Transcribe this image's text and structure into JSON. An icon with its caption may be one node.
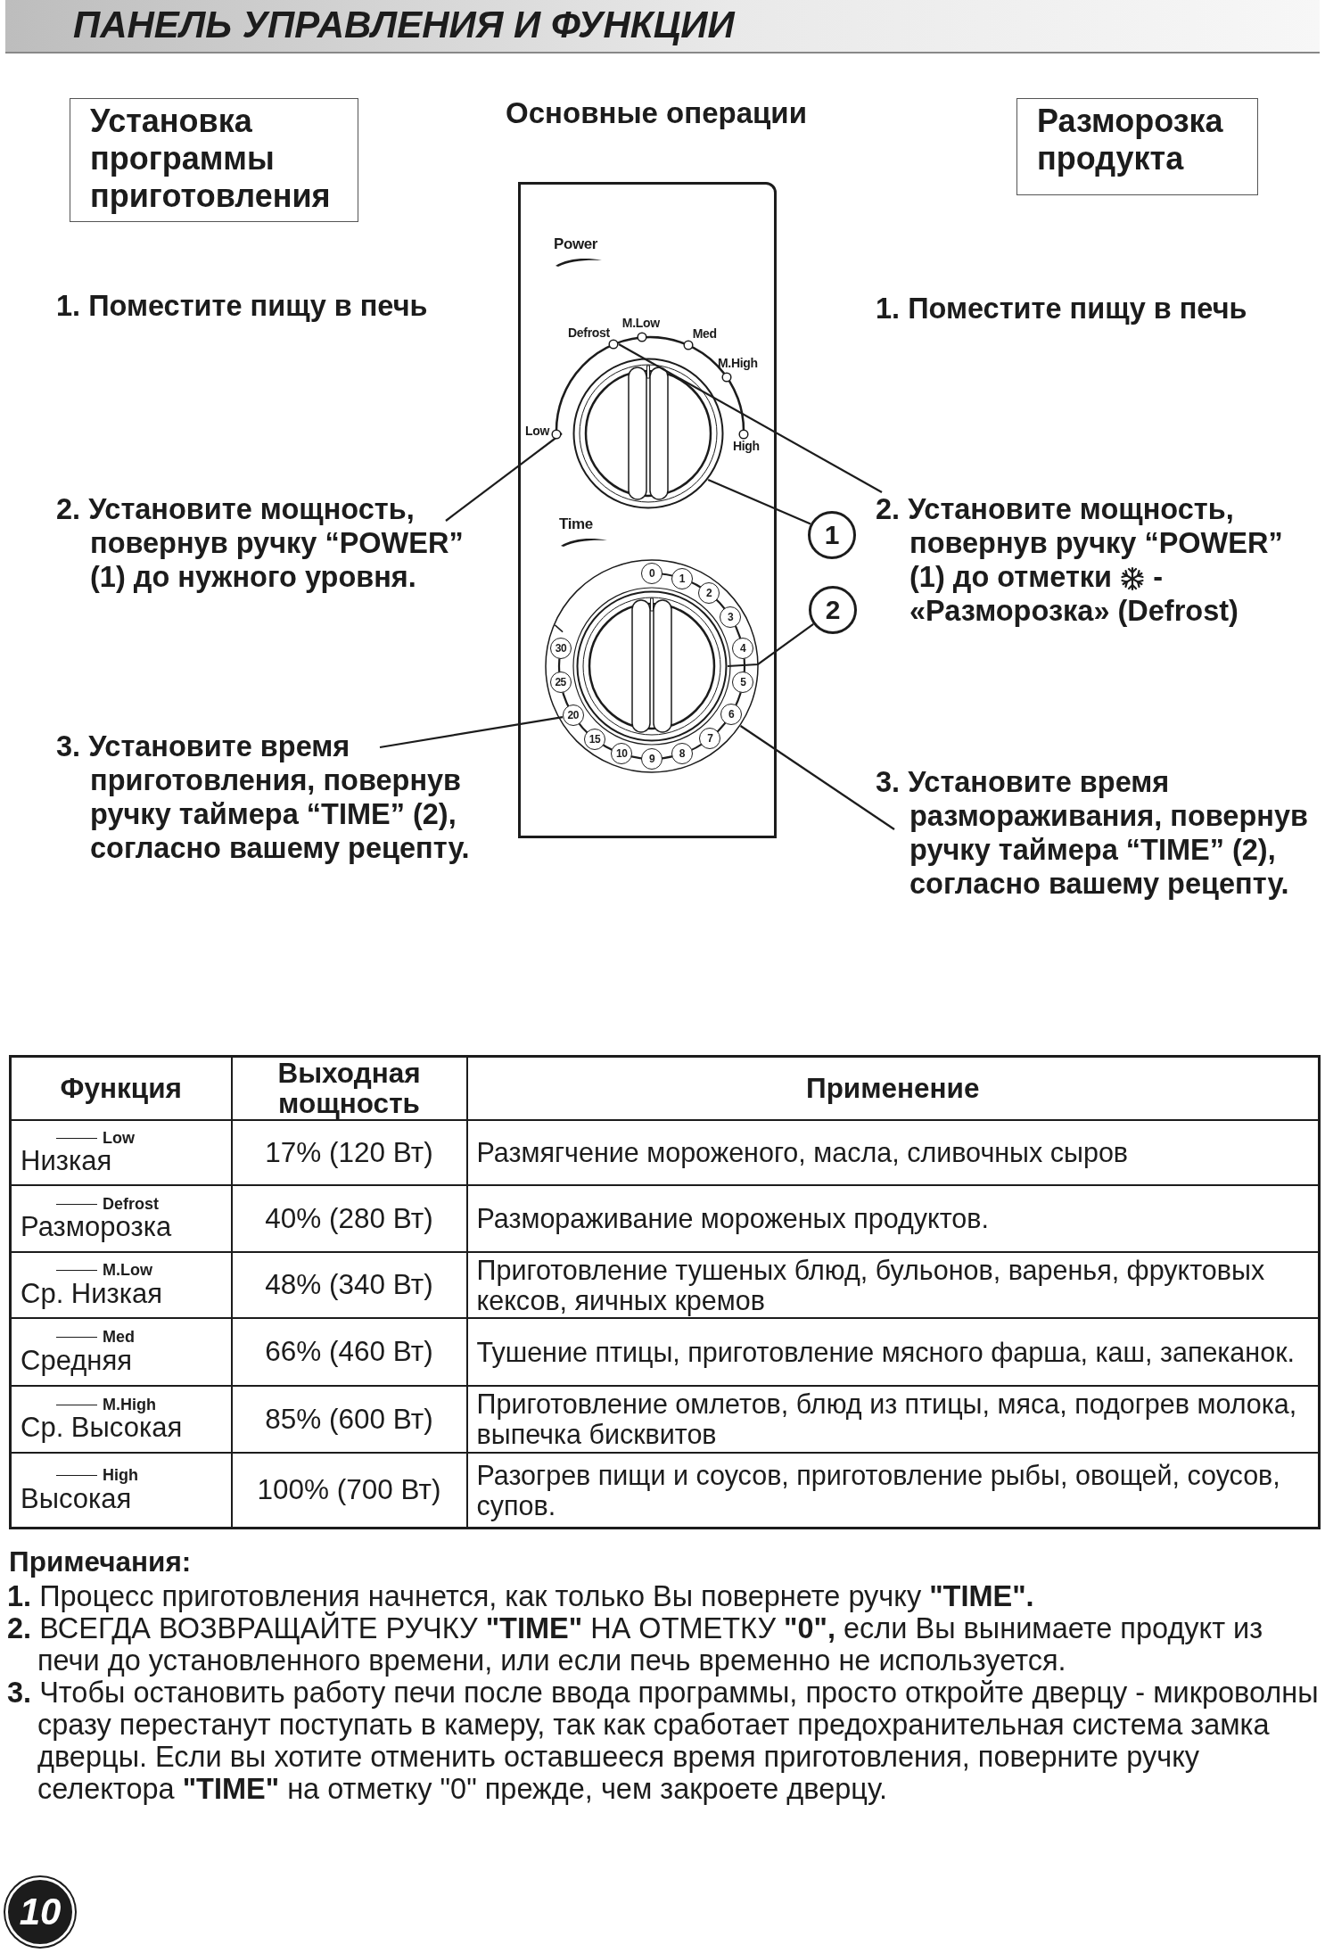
{
  "diagram": {
    "title": "ПАНЕЛЬ УПРАВЛЕНИЯ И ФУНКЦИИ",
    "nodes": [
      {
        "text": [
          "Установка программы приготовления"
        ]
      },
      {
        "text": [
          "Разморозка продукта"
        ]
      },
      {
        "text": [
          "2. Установите мощность, повернув ручку “POWER” (1) до нужного уровня."
        ]
      },
      {
        "text": [
          "2. Установите мощность, повернув ручку “POWER” (1) до отметки",
          "- «Разморозка» (Defrost)"
        ]
      },
      {
        "text": [
          "3. Установите время приготовления, повернув ручку таймера “TIME” (2), согласно вашему рецепту."
        ]
      },
      {
        "text": [
          "3. Установите время размораживания, повернув ручку таймера “TIME” (2), согласно вашему рецепту."
        ]
      },
      {
        "text": [],
        "shape": "box"
      },
      {
        "text": [
          "Low"
        ],
        "in": 6
      },
      {
        "text": [
          "Defrost"
        ],
        "in": 6
      },
      {
        "text": [
          "M.Low"
        ],
        "in": 6
      },
      {
        "text": [
          "Med"
        ],
        "in": 6
      },
      {
        "text": [
          "M.High"
        ],
        "in": 6
      },
      {
        "text": [
          "High"
        ],
        "in": 6
      },
      {
        "text": [],
        "shape": "circle",
        "in": 6
      },
      {
        "text": [],
        "shape": "circle",
        "in": 6
      },
      {
        "text": [],
        "shape": "circle",
        "in": 14
      },
      {
        "text": [
          "0"
        ],
        "in": 14
      },
      {
        "text": [
          "1"
        ],
        "in": 14
      },
      {
        "text": [
          "2"
        ],
        "in": 14
      },
      {
        "text": [
          "3"
        ],
        "in": 14
      },
      {
        "text": [
          "4"
        ],
        "in": 14
      },
      {
        "text": [
          "5"
        ],
        "in": 14
      },
      {
        "text": [
          "6"
        ],
        "in": 14
      },
      {
        "text": [
          "7"
        ],
        "in": 14
      },
      {
        "text": [
          "8"
        ],
        "in": 14
      },
      {
        "text": [
          "9"
        ],
        "in": 14
      },
      {
        "text": [
          "10"
        ],
        "in": 14
      },
      {
        "text": [
          "15"
        ],
        "in": 14
      },
      {
        "text": [
          "20"
        ],
        "in": 14
      },
      {
        "text": [
          "25"
        ],
        "in": 14
      },
      {
        "text": [
          "30"
        ],
        "in": 14
      },
      {
        "text": [
          "1"
        ]
      },
      {
        "text": [
          "2"
        ]
      }
    ],
    "edges": [
      {
        "from": 2,
        "to": 7,
        "arrow": "none"
      },
      {
        "from": 3,
        "to": 8,
        "arrow": "none"
      },
      {
        "from": 4,
        "to": 28,
        "arrow": "none"
      },
      {
        "from": 5,
        "to": 14,
        "arrow": "none"
      },
      {
        "from": 31,
        "to": 13,
        "arrow": "none"
      },
      {
        "from": 32,
        "to": 15,
        "arrow": "none"
      }
    ],
    "labels": [
      "Основные операции",
      "1. Поместите пищу в печь",
      "1. Поместите пищу в печь",
      "Power",
      "Time",
      "Функция",
      "Выходная мощность",
      "Применение",
      "Low",
      "Низкая",
      "17% (120 Вт)",
      "Размягчение мороженого, масла, сливочных сыров",
      "Defrost",
      "Разморозка",
      "40% (280 Вт)",
      "Размораживание мороженых продуктов.",
      "M.Low",
      "Ср. Низкая",
      "48% (340 Вт)",
      "Приготовление тушеных блюд, бульонов, варенья, фруктовых кексов, яичных кремов",
      "Med",
      "Средняя",
      "66% (460 Вт)",
      "Тушение птицы, приготовление мясного фарша, каш, запеканок.",
      "M.High",
      "Ср. Высокая",
      "85% (600 Вт)",
      "Приготовление омлетов, блюд из птицы, мяса, подогрев молока, выпечка бисквитов",
      "High",
      "Высокая",
      "100% (700 Вт)",
      "Разогрев пищи и соусов, приготовление рыбы, овощей, соусов, супов.",
      "Примечания:",
      "**1.** Процесс приготовления начнется, как только Вы повернете ручку **\"TIME\".**",
      "**2.** ВСЕГДА ВОЗВРАЩАЙТЕ РУЧКУ **\"TIME\"** НА ОТМЕТКУ **\"0\",** если Вы вынимаете продукт из печи до установленного времени, или если печь временно не используется.",
      "**3.** Чтобы остановить работу печи после ввода программы, просто откройте дверцу - микроволны сразу перестанут поступать в камеру, так как сработает предохранительная система замка дверцы. Если вы хотите отменить оставшееся время приготовления, поверните ручку селектора **\"TIME\"** на отметку \"0\" прежде, чем закроете дверцу.",
      "10"
    ]
  }
}
